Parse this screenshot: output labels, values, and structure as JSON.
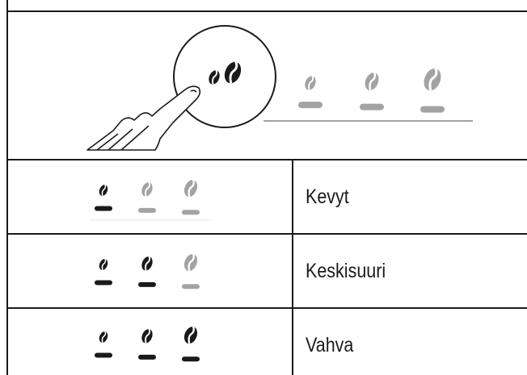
{
  "colors": {
    "active": "#1a1a1a",
    "inactive": "#a3a3a3",
    "line": "#1a1a1a",
    "background": "#ffffff"
  },
  "top_panel": {
    "button_icon": "coffee-beans-icon",
    "hand_icon": "pointing-hand-icon",
    "indicator_count": 3
  },
  "strength_rows": [
    {
      "label": "Kevyt",
      "active_beans": 1
    },
    {
      "label": "Keskisuuri",
      "active_beans": 2
    },
    {
      "label": "Vahva",
      "active_beans": 3
    }
  ]
}
